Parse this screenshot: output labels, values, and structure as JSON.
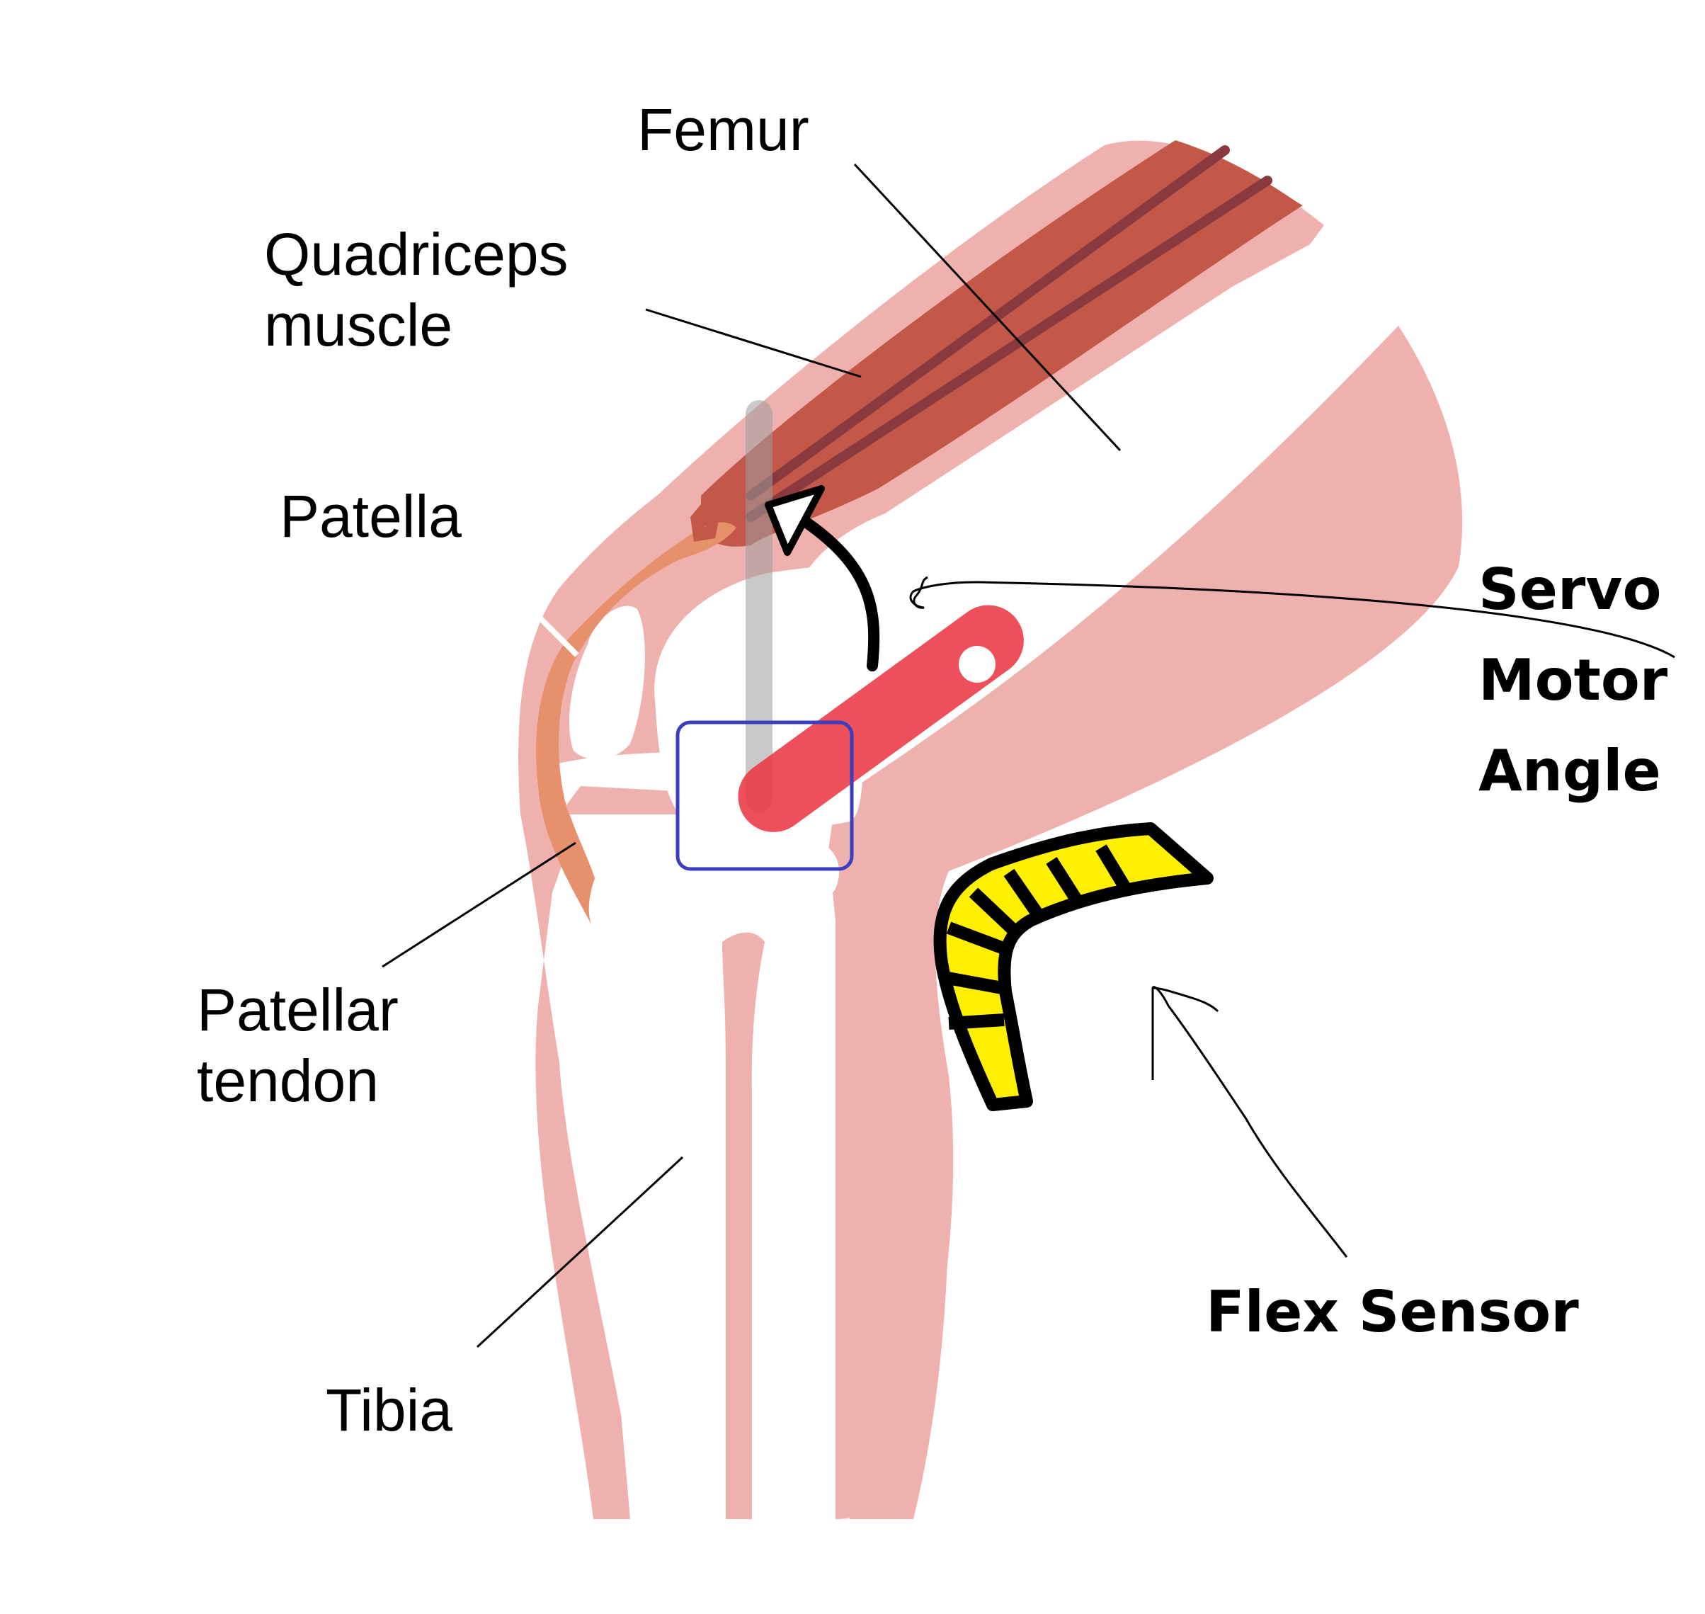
{
  "labels": {
    "femur": "Femur",
    "quadriceps_line1": "Quadriceps",
    "quadriceps_line2": "muscle",
    "patella": "Patella",
    "patellar_tendon_line1": "Patellar",
    "patellar_tendon_line2": "tendon",
    "tibia": "Tibia",
    "servo_line1": "Servo",
    "servo_line2": "Motor",
    "servo_line3": "Angle",
    "flex_sensor": "Flex Sensor"
  },
  "colors": {
    "soft_tissue": "#efb1ae",
    "quadriceps": "#c35849",
    "quadriceps_stripe": "#8a3a3f",
    "tendon": "#e7916c",
    "servo_arm": "#ea3844",
    "servo_box": "#3b3fbf",
    "flex_sensor": "#ffef00",
    "shaft": "#b0b0b0"
  },
  "icons": {
    "rotation_arrow": "curved-arrow-icon",
    "servo_arm": "servo-horn-icon",
    "flex_sensor": "flex-sensor-strip-icon"
  }
}
